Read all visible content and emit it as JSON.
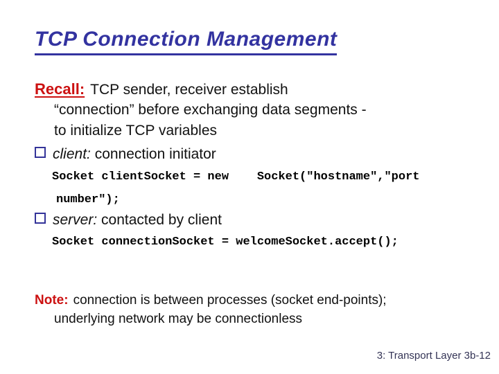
{
  "slide": {
    "title": "TCP Connection Management",
    "recall": {
      "label": "Recall:",
      "line1": "TCP sender, receiver establish",
      "line2": "“connection” before exchanging data segments -",
      "line3": "to initialize TCP variables"
    },
    "bullets": [
      {
        "term": "client:",
        "text": " connection initiator",
        "code_line1": "Socket clientSocket = new    Socket(\"hostname\",\"port",
        "code_line2": "number\");"
      },
      {
        "term": "server:",
        "text": " contacted by client",
        "code_line1": "Socket connectionSocket = welcomeSocket.accept();"
      }
    ],
    "note": {
      "label": "Note:",
      "line1": "connection is between processes (socket end-points);",
      "line2": "underlying network may be connectionless"
    },
    "footer": "3: Transport Layer 3b-12",
    "colors": {
      "title_blue": "#3333A0",
      "accent_red": "#CC1111",
      "bullet_border": "#333399",
      "body_text": "#111111",
      "footer_text": "#333355",
      "background": "#FFFFFF"
    }
  }
}
